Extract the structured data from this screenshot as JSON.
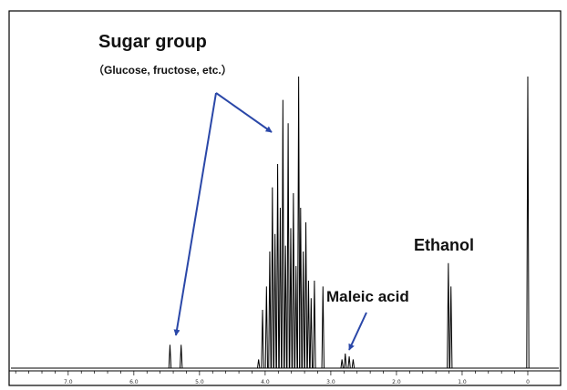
{
  "chart_data": {
    "type": "line",
    "title": "",
    "xlabel": "",
    "ylabel": "",
    "x_axis": {
      "reversed": true,
      "range": [
        7.9,
        -0.5
      ],
      "ticks": [
        7.0,
        6.0,
        5.0,
        4.0,
        3.0,
        2.0,
        1.0,
        0
      ],
      "tick_labels": [
        "7.0",
        "6.0",
        "5.0",
        "4.0",
        "3.0",
        "2.0",
        "1.0",
        "0"
      ]
    },
    "y_range": [
      0,
      100
    ],
    "grid": false,
    "series": [
      {
        "peaks": [
          {
            "x": 5.45,
            "y": 8
          },
          {
            "x": 5.28,
            "y": 8
          },
          {
            "x": 4.1,
            "y": 3
          },
          {
            "x": 4.04,
            "y": 20
          },
          {
            "x": 3.98,
            "y": 28
          },
          {
            "x": 3.93,
            "y": 40
          },
          {
            "x": 3.89,
            "y": 62
          },
          {
            "x": 3.85,
            "y": 46
          },
          {
            "x": 3.81,
            "y": 70
          },
          {
            "x": 3.77,
            "y": 55
          },
          {
            "x": 3.73,
            "y": 92
          },
          {
            "x": 3.69,
            "y": 42
          },
          {
            "x": 3.65,
            "y": 84
          },
          {
            "x": 3.61,
            "y": 48
          },
          {
            "x": 3.57,
            "y": 60
          },
          {
            "x": 3.53,
            "y": 35
          },
          {
            "x": 3.49,
            "y": 100
          },
          {
            "x": 3.46,
            "y": 55
          },
          {
            "x": 3.42,
            "y": 40
          },
          {
            "x": 3.38,
            "y": 50
          },
          {
            "x": 3.34,
            "y": 30
          },
          {
            "x": 3.3,
            "y": 24
          },
          {
            "x": 3.25,
            "y": 30
          },
          {
            "x": 3.12,
            "y": 28
          },
          {
            "x": 2.83,
            "y": 3
          },
          {
            "x": 2.78,
            "y": 5
          },
          {
            "x": 2.72,
            "y": 4
          },
          {
            "x": 2.66,
            "y": 3
          },
          {
            "x": 1.21,
            "y": 36
          },
          {
            "x": 1.17,
            "y": 28
          },
          {
            "x": 0.0,
            "y": 100
          }
        ]
      }
    ],
    "annotations": [
      {
        "text": "Sugar group",
        "subtext": "（Glucose, fructose, etc.）"
      },
      {
        "text": "Maleic acid"
      },
      {
        "text": "Ethanol"
      }
    ]
  },
  "colors": {
    "spectrum": "#000000",
    "arrow": "#2a47a8",
    "frame": "#000000"
  }
}
